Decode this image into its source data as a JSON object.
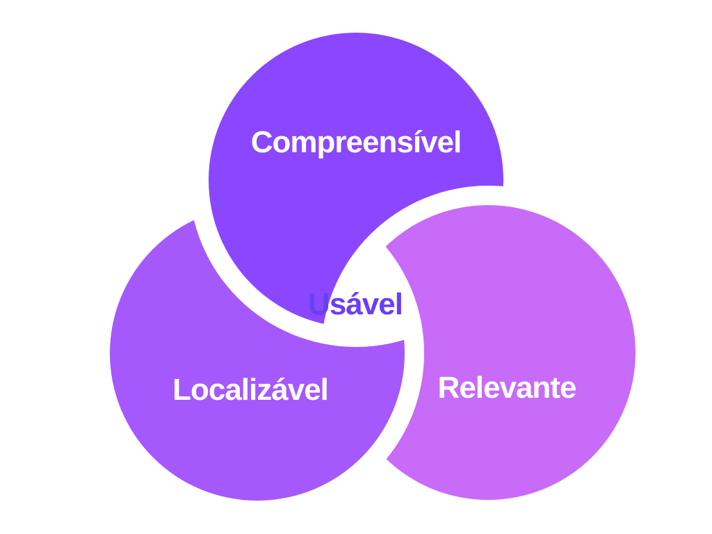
{
  "diagram": {
    "circles": [
      {
        "id": "compreensivel",
        "label": "Compreensível",
        "color": "#8b46ff"
      },
      {
        "id": "localizavel",
        "label": "Localizável",
        "color": "#a558fb"
      },
      {
        "id": "relevante",
        "label": "Relevante",
        "color": "#c86bf8"
      }
    ],
    "center": {
      "label": "Usável",
      "color": "#6a3ef5"
    },
    "text_color": "#ffffff",
    "background": "#ffffff",
    "gap_color": "#ffffff"
  }
}
